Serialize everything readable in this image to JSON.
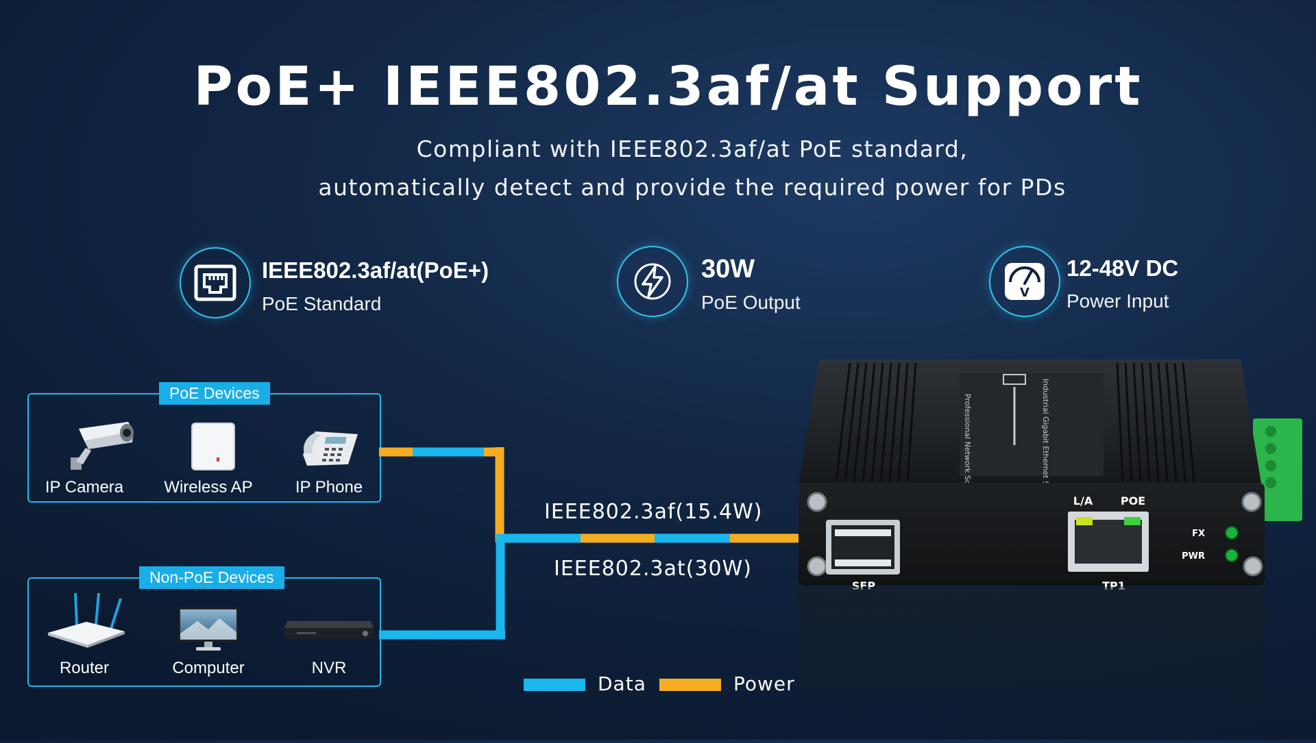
{
  "header": {
    "title": "PoE+ IEEE802.3af/at Support",
    "subtitle_line1": "Compliant with IEEE802.3af/at PoE standard,",
    "subtitle_line2": "automatically detect and provide the required power for PDs"
  },
  "features": [
    {
      "icon": "ethernet-port-icon",
      "title": "IEEE802.3af/at(PoE+)",
      "subtitle": "PoE Standard"
    },
    {
      "icon": "lightning-icon",
      "title": "30W",
      "subtitle": "PoE Output"
    },
    {
      "icon": "voltmeter-icon",
      "title": "12-48V DC",
      "subtitle": "Power Input"
    }
  ],
  "poe_devices": {
    "label": "PoE Devices",
    "items": [
      "IP Camera",
      "Wireless AP",
      "IP Phone"
    ]
  },
  "non_poe_devices": {
    "label": "Non-PoE Devices",
    "items": [
      "Router",
      "Computer",
      "NVR"
    ]
  },
  "protocols": {
    "af": "IEEE802.3af(15.4W)",
    "at": "IEEE802.3at(30W)"
  },
  "switch": {
    "ports": {
      "la": "L/A",
      "poe": "POE",
      "sfp": "SFP",
      "tp1": "TP1",
      "fx": "FX",
      "pwr": "PWR"
    },
    "front_text_1": "Professional Network Solution",
    "front_text_2": "Industrial Gigabit Ethernet Switch"
  },
  "legend": {
    "data": "Data",
    "power": "Power"
  },
  "colors": {
    "data": "#1ab6ee",
    "power": "#f5ad1f",
    "accent": "#33c3ee"
  }
}
